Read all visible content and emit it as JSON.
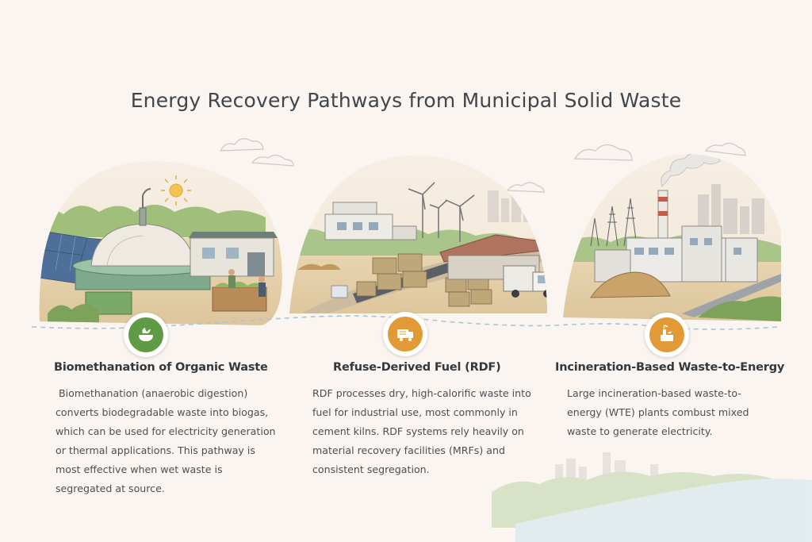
{
  "title": "Energy Recovery Pathways from Municipal Solid Waste",
  "pathways": [
    {
      "icon": "biogas-bowl-icon",
      "color": "#5f9a45",
      "heading": "Biomethanation of Organic Waste",
      "text": " Biomethanation (anaerobic digestion) converts biodegradable waste into biogas, which can be used for electricity generation or thermal applications. This pathway is most effective when wet waste is segregated at source."
    },
    {
      "icon": "fuel-truck-icon",
      "color": "#e19a36",
      "heading": "Refuse-Derived Fuel (RDF)",
      "text": "RDF processes dry, high-calorific waste into fuel for industrial use, most commonly in cement kilns. RDF systems rely heavily on material recovery facilities (MRFs) and consistent segregation."
    },
    {
      "icon": "incinerator-plant-icon",
      "color": "#e19a36",
      "heading": "Incineration-Based Waste-to-Energy",
      "text": "Large incineration-based waste-to-energy (WTE) plants combust mixed waste to generate electricity."
    }
  ],
  "colors": {
    "background": "#fbf5f1",
    "green_accent": "#5f9a45",
    "orange_accent": "#e19a36",
    "dashed_path": "#a9c6d6"
  }
}
